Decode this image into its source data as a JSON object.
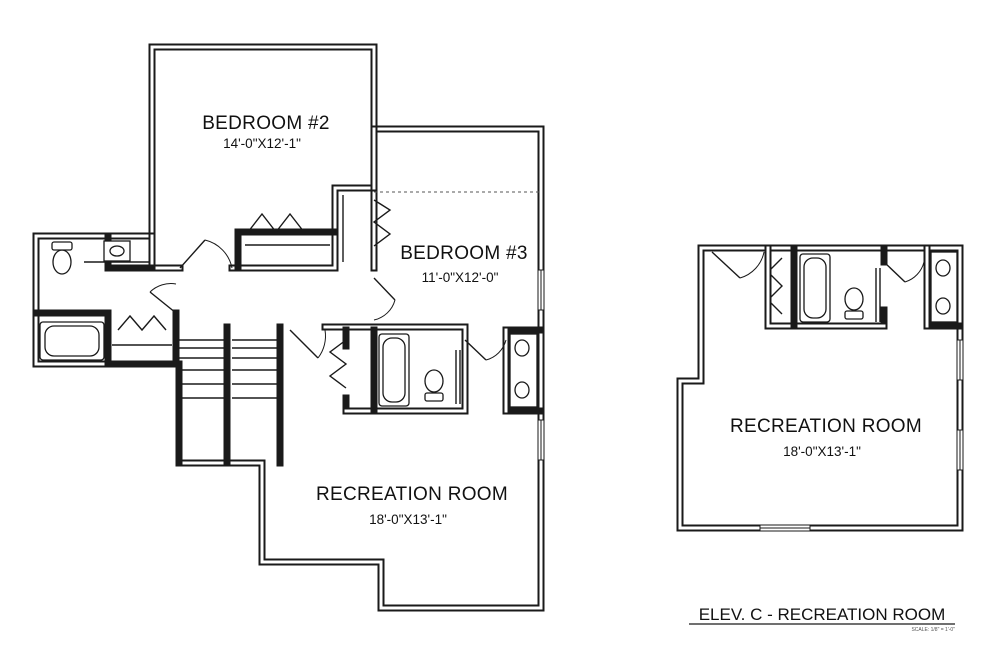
{
  "rooms": {
    "bedroom2": {
      "name": "BEDROOM #2",
      "dims": "14'-0\"X12'-1\""
    },
    "bedroom3": {
      "name": "BEDROOM #3",
      "dims": "11'-0\"X12'-0\""
    },
    "recreation_main": {
      "name": "RECREATION ROOM",
      "dims": "18'-0\"X13'-1\""
    },
    "recreation_elev": {
      "name": "RECREATION ROOM",
      "dims": "18'-0\"X13'-1\""
    }
  },
  "caption": {
    "title": "ELEV. C - RECREATION ROOM",
    "scale": "SCALE: 1/8\" = 1'-0\""
  }
}
